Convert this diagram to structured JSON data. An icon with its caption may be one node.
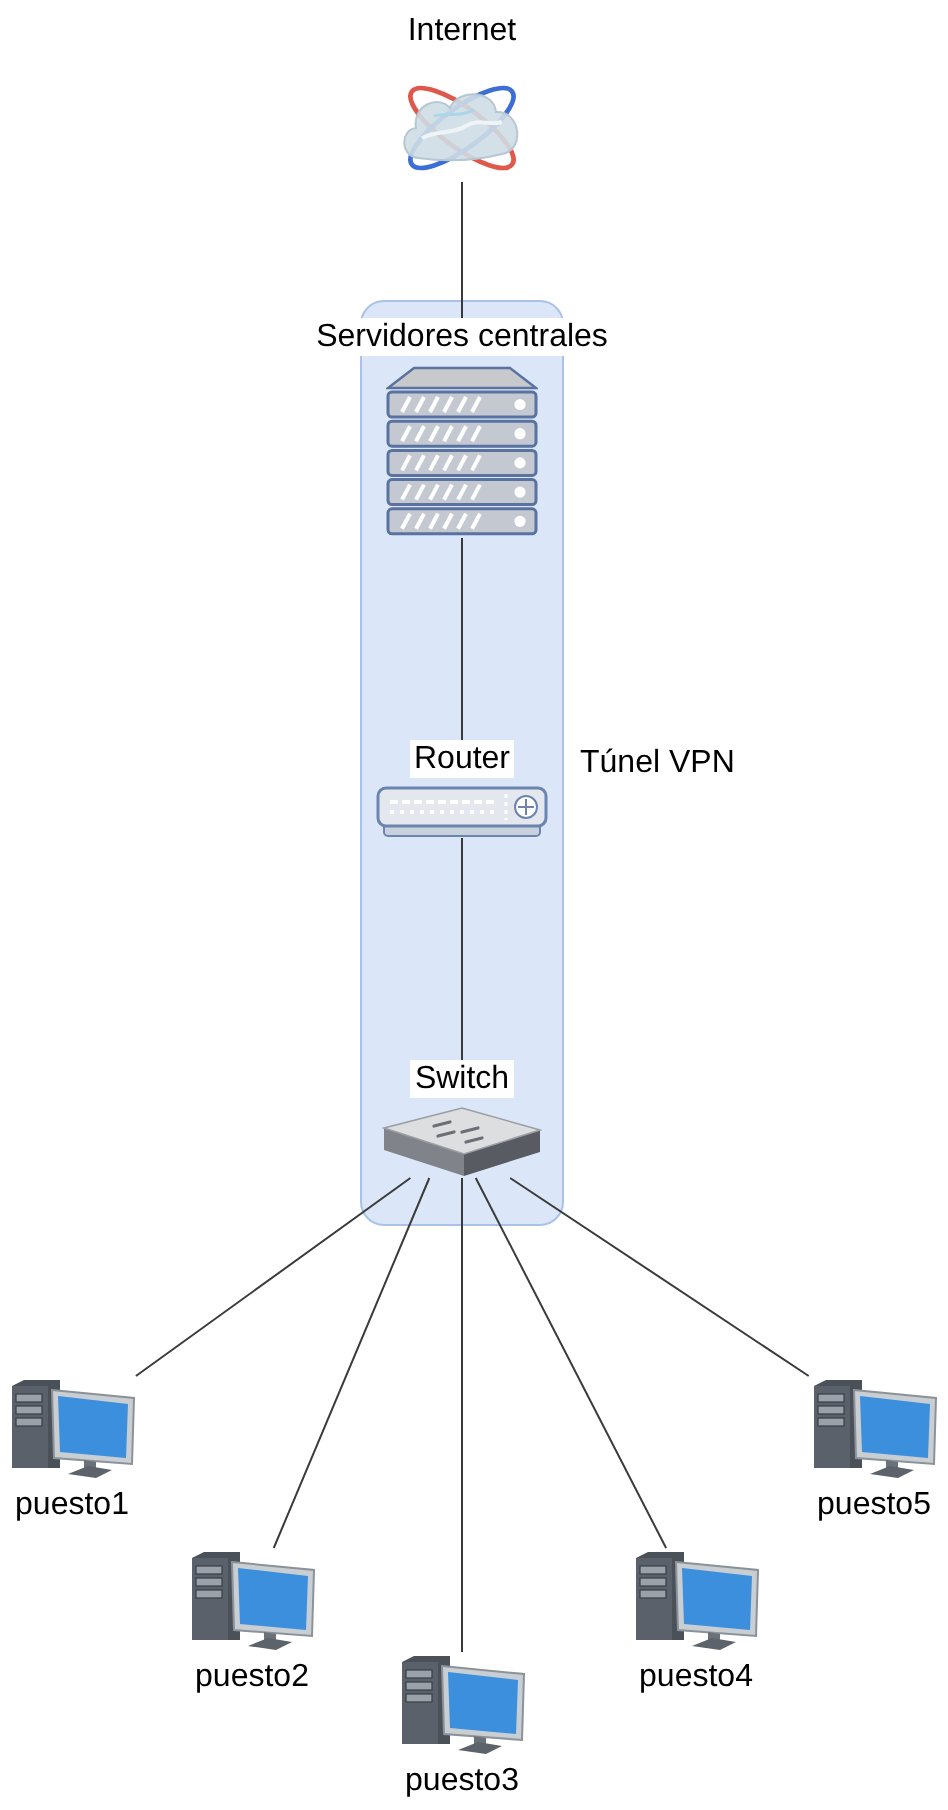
{
  "diagram": {
    "nodes": [
      {
        "text": [
          "Internet"
        ]
      },
      {
        "text": [
          "Túnel VPN"
        ]
      },
      {
        "text": [
          "Servidores centrales"
        ]
      },
      {
        "text": [
          "Router"
        ],
        "in": 1
      },
      {
        "text": [
          "Switch"
        ],
        "in": 1
      },
      {
        "text": [
          "puesto1"
        ]
      },
      {
        "text": [
          "puesto2"
        ]
      },
      {
        "text": [
          "puesto3"
        ]
      },
      {
        "text": [
          "puesto4"
        ]
      },
      {
        "text": [
          "puesto5"
        ]
      }
    ],
    "edges": [
      {
        "from": 0,
        "to": 2,
        "arrow": "none"
      },
      {
        "from": 2,
        "to": 3,
        "arrow": "none"
      },
      {
        "from": 3,
        "to": 4,
        "arrow": "none"
      },
      {
        "from": 4,
        "to": 5,
        "arrow": "none"
      },
      {
        "from": 4,
        "to": 6,
        "arrow": "none"
      },
      {
        "from": 4,
        "to": 7,
        "arrow": "none"
      },
      {
        "from": 4,
        "to": 8,
        "arrow": "none"
      },
      {
        "from": 4,
        "to": 9,
        "arrow": "none"
      }
    ]
  }
}
